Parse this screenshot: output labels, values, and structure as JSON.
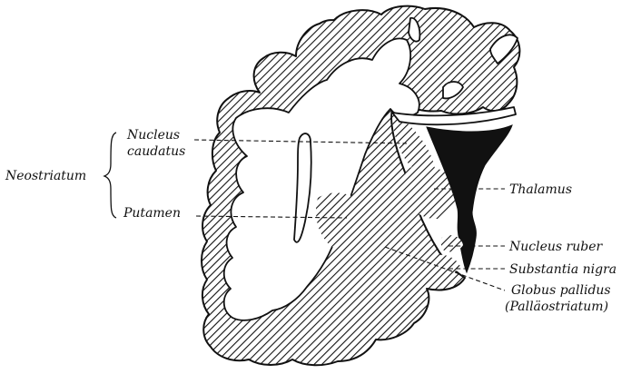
{
  "labels": {
    "nucleus_caudatus_line1": "Nucleus",
    "nucleus_caudatus_line2": "caudatus",
    "neostriatum": "Neostriatum",
    "putamen": "Putamen",
    "thalamus": "Thalamus",
    "nucleus_ruber": "Nucleus ruber",
    "substantia_nigra": "Substantia nigra",
    "globus_pallidus_line1": "Globus pallidus",
    "globus_pallidus_line2": "(Palläostriatum)"
  }
}
